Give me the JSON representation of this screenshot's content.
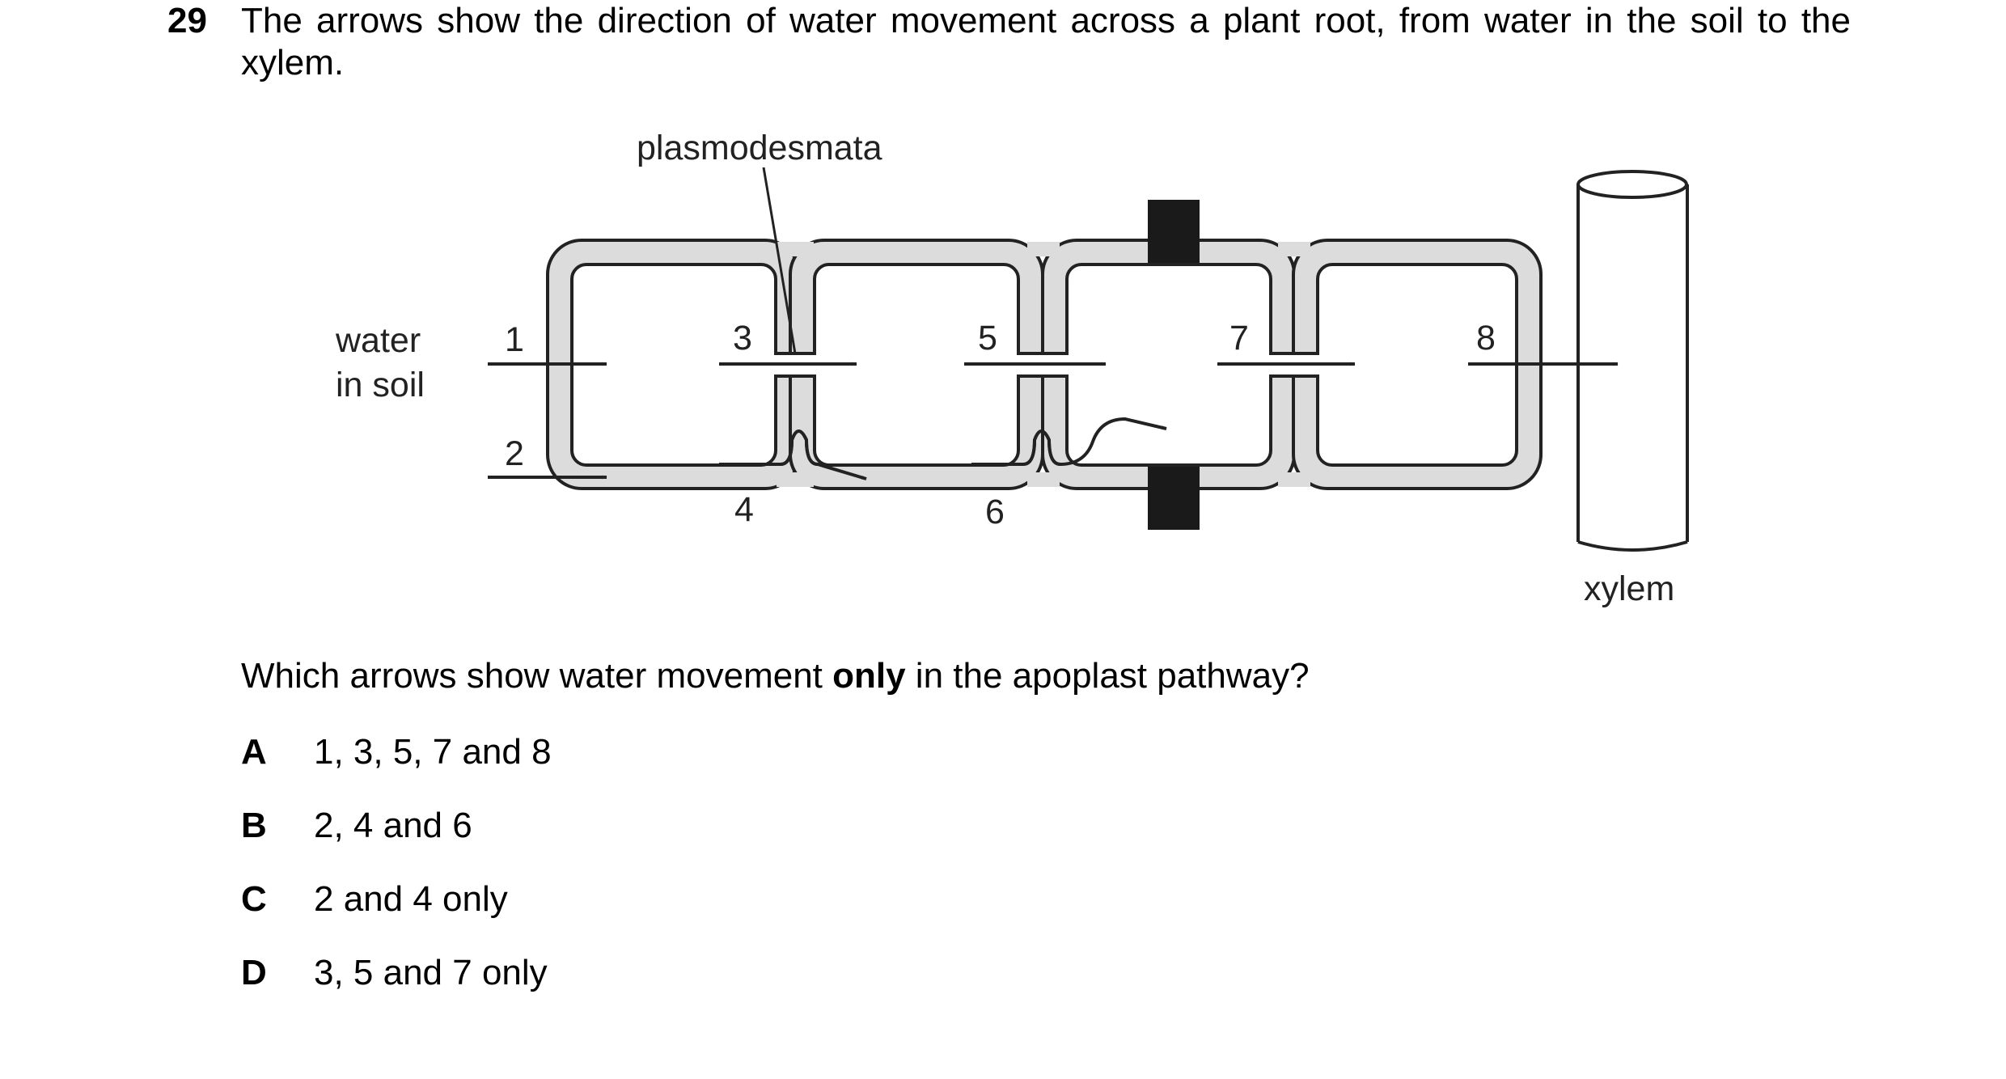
{
  "question": {
    "number": "29",
    "text": "The arrows show the direction of water movement across a plant root, from water in the soil to the xylem."
  },
  "diagram": {
    "labels": {
      "plasmodesmata": "plasmodesmata",
      "water_line1": "water",
      "water_line2": "in soil",
      "xylem": "xylem"
    },
    "arrow_numbers": [
      "1",
      "2",
      "3",
      "4",
      "5",
      "6",
      "7",
      "8"
    ],
    "colors": {
      "cell_wall": "#dcdcdc",
      "casparian_strip": "#1a1a1a",
      "line": "#222222"
    }
  },
  "prompt": {
    "before": "Which arrows show water movement ",
    "emphasis": "only",
    "after": " in the apoplast pathway?"
  },
  "options": [
    {
      "letter": "A",
      "text": "1, 3, 5, 7 and 8"
    },
    {
      "letter": "B",
      "text": "2, 4 and 6"
    },
    {
      "letter": "C",
      "text": "2 and 4 only"
    },
    {
      "letter": "D",
      "text": "3, 5 and 7 only"
    }
  ]
}
